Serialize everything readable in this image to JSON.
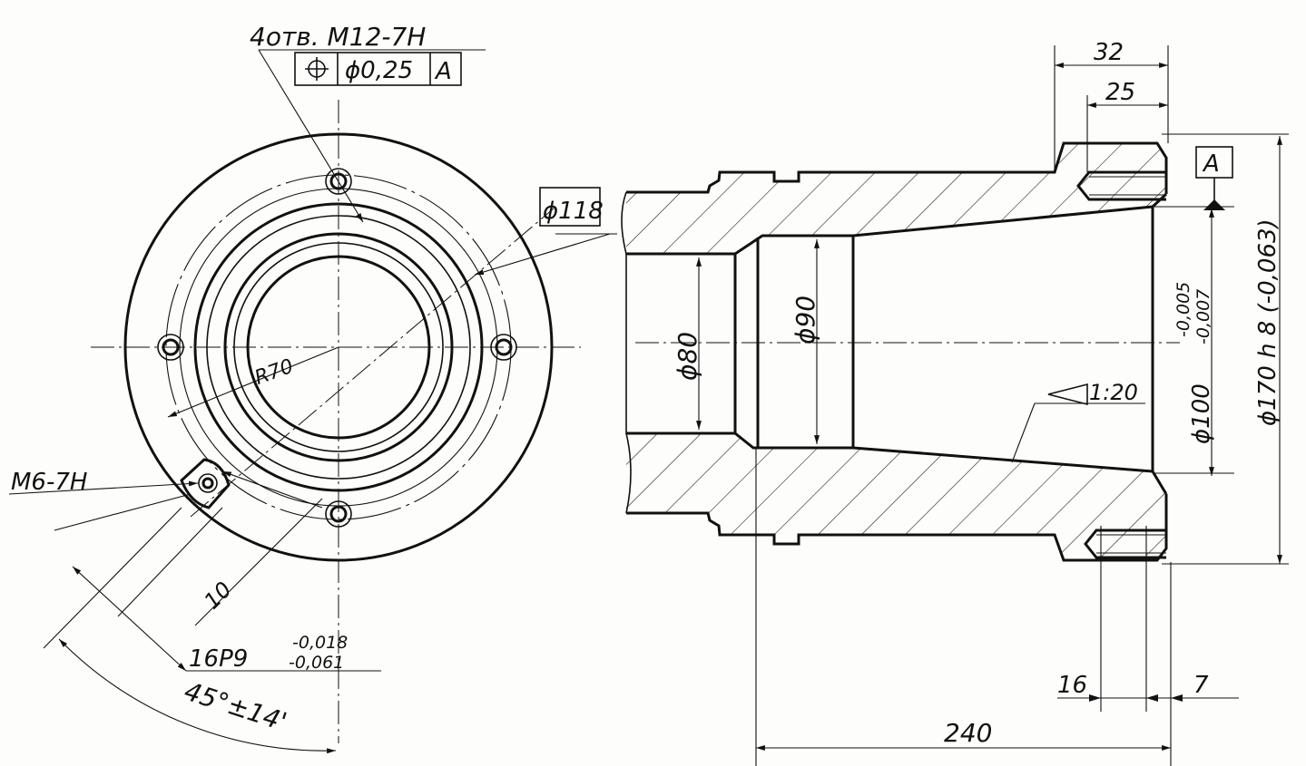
{
  "left_view": {
    "thread_holes_note": "4отв. М12-7Н",
    "position_tolerance": {
      "symbol": "⌖",
      "value": "ϕ0,25",
      "datum": "A"
    },
    "bolt_circle_diameter": "ϕ118",
    "radius": "R70",
    "small_thread": "М6-7Н",
    "slot_distance": "10",
    "slot_width": "16P9",
    "slot_tol_upper": "-0,018",
    "slot_tol_lower": "-0,061",
    "angle": "45°±14'"
  },
  "section_view": {
    "width_32": "32",
    "width_25": "25",
    "datum_box": "A",
    "dia_80": "ϕ80",
    "dia_90": "ϕ90",
    "taper": "1:20",
    "dia_100": "ϕ100",
    "dia_100_tol_upper": "-0,005",
    "dia_100_tol_lower": "-0,007",
    "dia_170": "ϕ170 h 8 (-0,063)",
    "length_16": "16",
    "length_7": "7",
    "length_240": "240"
  }
}
